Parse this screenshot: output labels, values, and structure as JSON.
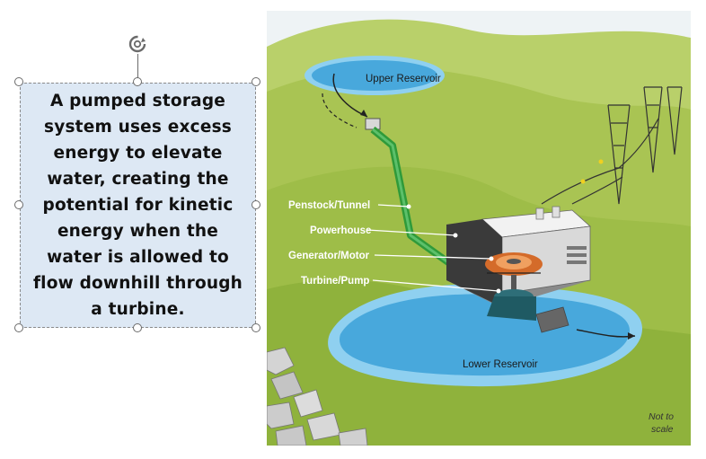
{
  "textbox": {
    "text": "A pumped storage system uses excess energy to elevate water, creating the potential for kinetic energy when the water is allowed to flow downhill through a turbine."
  },
  "diagram": {
    "labels": {
      "upper_reservoir": "Upper Reservoir",
      "penstock": "Penstock/Tunnel",
      "powerhouse": "Powerhouse",
      "generator": "Generator/Motor",
      "turbine": "Turbine/Pump",
      "lower_reservoir": "Lower Reservoir",
      "not_to": "Not to",
      "scale": "scale"
    },
    "colors": {
      "hill_light": "#c7d97a",
      "hill_mid": "#a9c453",
      "hill_dark": "#8fb23c",
      "water": "#48a8dc",
      "water_edge": "#8fd0f0",
      "penstock": "#2f9a3a"
    }
  }
}
